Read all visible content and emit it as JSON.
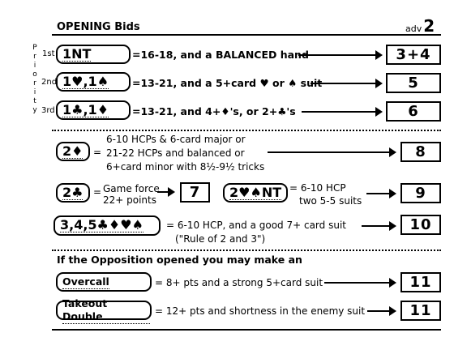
{
  "header": {
    "title": "OPENING Bids",
    "badge": "adv",
    "badge_num": "2"
  },
  "priority": {
    "label": "Priority",
    "letters": [
      "P",
      "r",
      "i",
      "o",
      "r",
      "i",
      "t",
      "y"
    ]
  },
  "rows": [
    {
      "ord": "1st",
      "bid": "1NT",
      "desc": "=16-18, and a BALANCED hand",
      "value": "3+4"
    },
    {
      "ord": "2nd",
      "bid": "1♥,1♠",
      "desc": "=13-21, and a 5+card ♥ or ♠ suit",
      "value": "5"
    },
    {
      "ord": "3rd",
      "bid": "1♣,1♦",
      "desc": "=13-21, and 4+♦'s, or 2+♣'s",
      "value": "6"
    }
  ],
  "two_diamond": {
    "bid": "2♦",
    "eq": "=",
    "line1": "6-10 HCPs & 6-card major or",
    "line2": "21-22 HCPs and balanced or",
    "line3": "6+card minor with 8½-9½ tricks",
    "value": "8"
  },
  "two_club": {
    "bid": "2♣",
    "eq": "=",
    "line1": "Game force",
    "line2": "22+ points",
    "value": "7"
  },
  "two_hs_nt": {
    "bid": "2♥♠NT",
    "line1": "= 6-10 HCP",
    "line2": "two 5-5 suits",
    "value": "9"
  },
  "preempt": {
    "bid": "3,4,5♣♦♥♠",
    "line1": "=  6-10 HCP, and a good 7+ card suit",
    "line2": "(\"Rule of 2 and 3\")",
    "value": "10"
  },
  "opposition": {
    "heading": "If the Opposition opened you may make an"
  },
  "overcall": {
    "label": "Overcall",
    "desc": "= 8+ pts and a strong 5+card suit",
    "value": "11"
  },
  "takeout": {
    "label": "Takeout Double",
    "desc": "= 12+ pts and shortness in the enemy suit",
    "value": "11"
  }
}
